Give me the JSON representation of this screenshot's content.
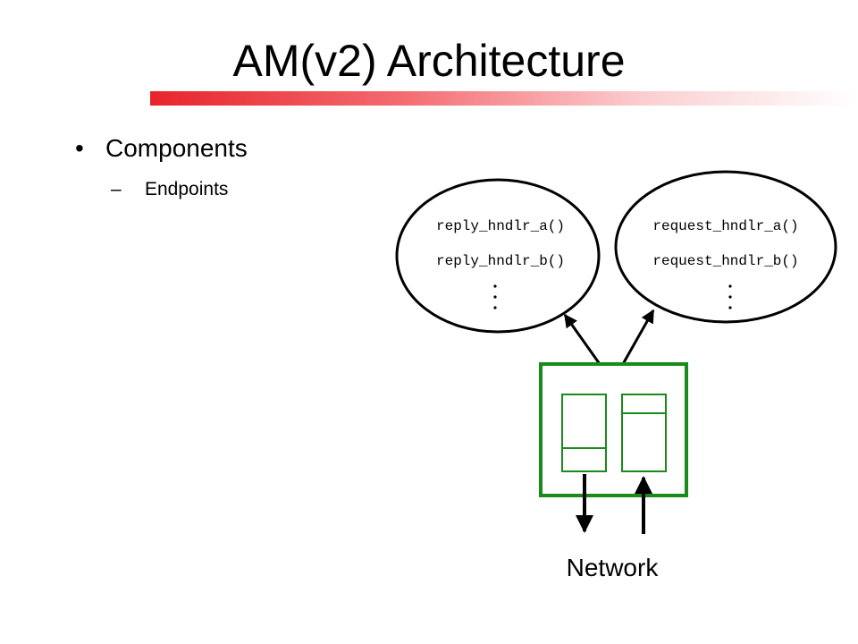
{
  "slide": {
    "title": "AM(v2) Architecture",
    "bullets": [
      {
        "marker": "•",
        "text": "Components"
      },
      {
        "marker": "–",
        "text": "Endpoints"
      }
    ]
  },
  "diagram": {
    "reply_handlers": [
      "reply_hndlr_a()",
      "reply_hndlr_b()"
    ],
    "request_handlers": [
      "request_hndlr_a()",
      "request_hndlr_b()"
    ],
    "network_label": "Network"
  },
  "colors": {
    "accent_bar": "#e8242b",
    "endpoint_box": "#1a8a1a",
    "text": "#000000"
  }
}
